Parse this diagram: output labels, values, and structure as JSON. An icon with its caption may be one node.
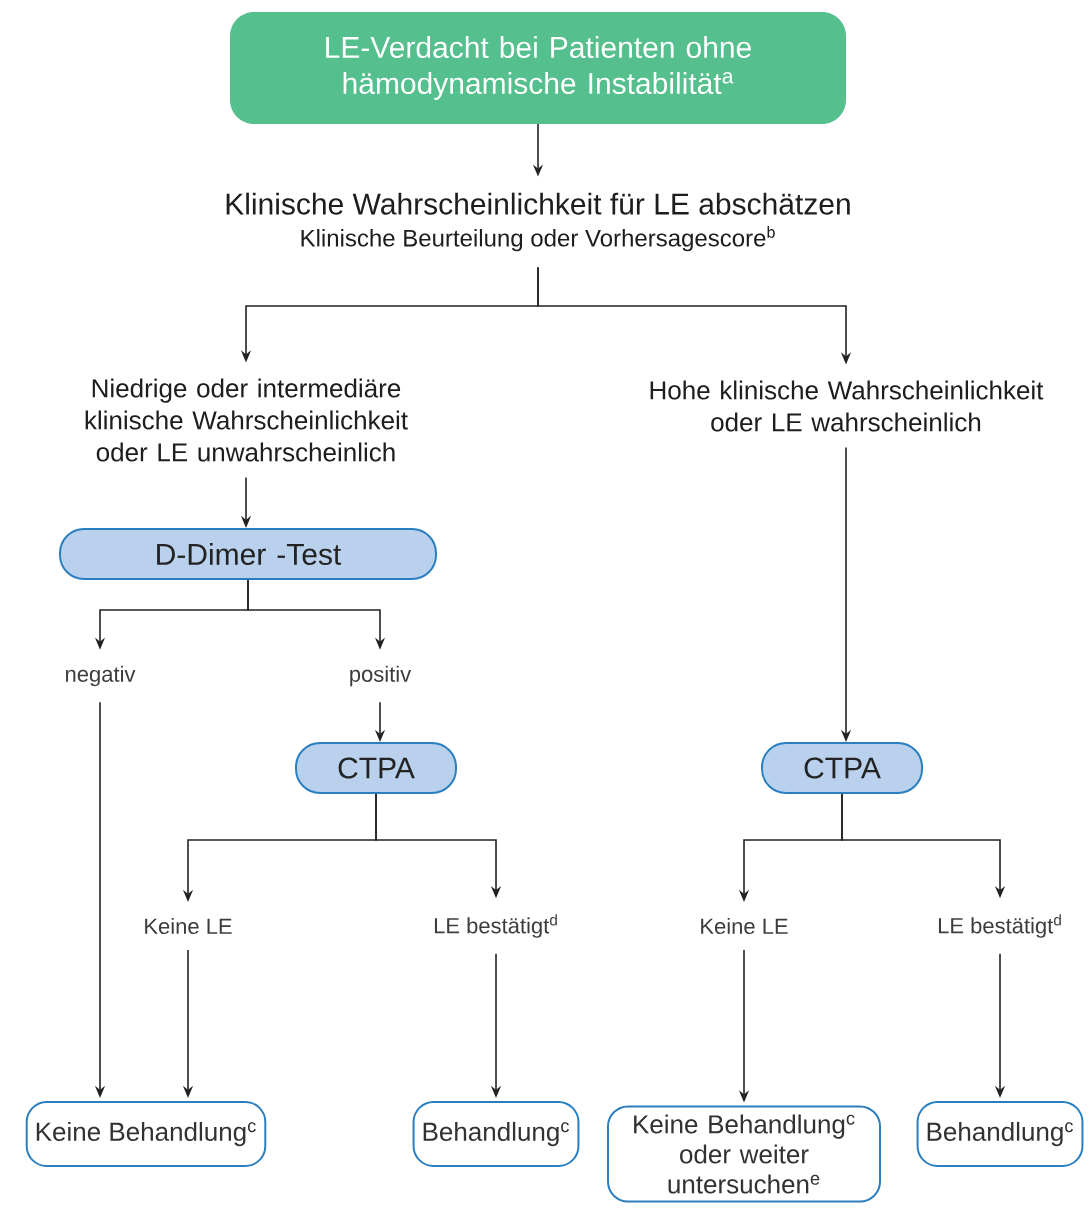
{
  "diagram": {
    "nodes": [
      {
        "text": [
          "LE-Verdacht bei Patienten ohne hämodynamische Instabilität$^{a}$"
        ]
      },
      {
        "text": [
          "Klinische Wahrscheinlichkeit für LE abschätzen",
          "Klinische Beurteilung oder Vorhersagescore$^{b}$"
        ]
      },
      {
        "text": [
          "Niedrige oder intermediäre klinische Wahrscheinlichkeit oder LE unwahrscheinlich"
        ]
      },
      {
        "text": [
          "Hohe klinische Wahrscheinlichkeit oder LE wahrscheinlich"
        ]
      },
      {
        "text": [
          "D-Dimer -Test"
        ]
      },
      {
        "text": [
          "negativ"
        ]
      },
      {
        "text": [
          "positiv"
        ]
      },
      {
        "text": [
          "CTPA"
        ]
      },
      {
        "text": [
          "CTPA"
        ]
      },
      {
        "text": [
          "Keine LE"
        ]
      },
      {
        "text": [
          "LE bestätigt$^{d}$"
        ]
      },
      {
        "text": [
          "Keine LE"
        ]
      },
      {
        "text": [
          "LE bestätigt$^{d}$"
        ]
      },
      {
        "text": [
          "Keine Behandlung$^{c}$"
        ]
      },
      {
        "text": [
          "Behandlung$^{c}$"
        ]
      },
      {
        "text": [
          "Keine Behandlung$^{c}$ oder weiter untersuchen$^{e}$"
        ]
      },
      {
        "text": [
          "Behandlung$^{c}$"
        ]
      }
    ],
    "edges": [
      {
        "from": 0,
        "to": 1,
        "arrow": "to"
      },
      {
        "from": 1,
        "to": 2,
        "arrow": "to"
      },
      {
        "from": 1,
        "to": 3,
        "arrow": "to"
      },
      {
        "from": 2,
        "to": 4,
        "arrow": "to"
      },
      {
        "from": 4,
        "to": 5,
        "arrow": "to"
      },
      {
        "from": 4,
        "to": 6,
        "arrow": "to"
      },
      {
        "from": 6,
        "to": 7,
        "arrow": "to"
      },
      {
        "from": 3,
        "to": 8,
        "arrow": "to"
      },
      {
        "from": 5,
        "to": 13,
        "arrow": "to"
      },
      {
        "from": 7,
        "to": 9,
        "arrow": "to"
      },
      {
        "from": 7,
        "to": 10,
        "arrow": "to"
      },
      {
        "from": 8,
        "to": 11,
        "arrow": "to"
      },
      {
        "from": 8,
        "to": 12,
        "arrow": "to"
      },
      {
        "from": 9,
        "to": 13,
        "arrow": "to"
      },
      {
        "from": 10,
        "to": 14,
        "arrow": "to"
      },
      {
        "from": 11,
        "to": 15,
        "arrow": "to"
      },
      {
        "from": 12,
        "to": 16,
        "arrow": "to"
      }
    ]
  }
}
